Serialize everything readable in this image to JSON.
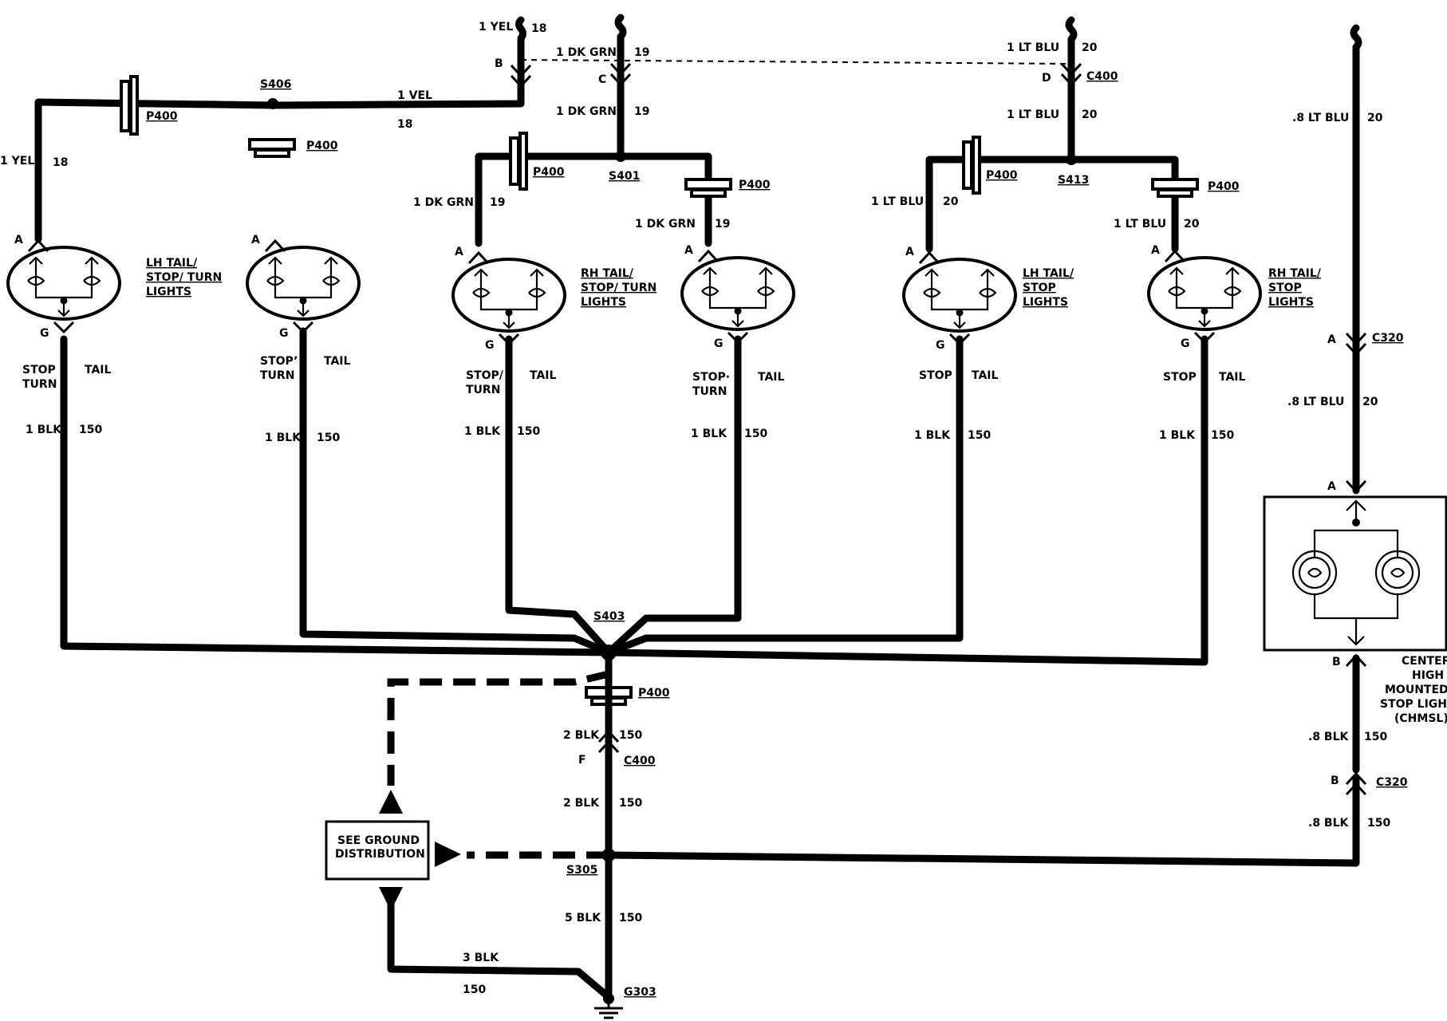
{
  "wires": {
    "top_yel_color": "1 YEL",
    "top_yel_circuit": "18",
    "top_yel_cavity": "B",
    "top_grn_color": "1 DK GRN",
    "top_grn_circuit": "19",
    "top_grn_cavity": "C",
    "grn_mid_color": "1 DK GRN",
    "grn_mid_circuit": "19",
    "top_blu_color": "1 LT BLU",
    "top_blu_circuit": "20",
    "top_blu_cavity": "D",
    "top_blu_connector": "C400",
    "blu_mid_color": "1 LT BLU",
    "blu_mid_circuit": "20",
    "yel_horiz_color": "1 VEL",
    "yel_horiz_circuit": "18",
    "yel_left_color": "1 YEL",
    "yel_left_circuit": "18",
    "yel_drop_color": "1 YEL",
    "yel_drop_circuit": "18",
    "grn_left_color": "1 DK GRN",
    "grn_left_circuit": "19",
    "grn_right_color": "1 DK GRN",
    "grn_right_circuit": "19",
    "blu_left_color": "1 LT BLU",
    "blu_left_circuit": "20",
    "blu_right_color": "1 LT BLU",
    "blu_right_circuit": "20",
    "chmsl_top_color": ".8 LT BLU",
    "chmsl_top_circuit": "20",
    "chmsl_mid_color": ".8 LT BLU",
    "chmsl_mid_circuit": "20",
    "chmsl_bot_color": ".8 BLK",
    "chmsl_bot_circuit": "150",
    "chmsl_gnd_color": ".8 BLK",
    "chmsl_gnd_circuit": "150",
    "gnd_upper_color": "2 BLK",
    "gnd_upper_circuit": "150",
    "gnd_mid_color": "2 BLK",
    "gnd_mid_circuit": "150",
    "gnd_low_color": "5 BLK",
    "gnd_low_circuit": "150",
    "gnd_left_color": "3 BLK",
    "gnd_left_circuit": "150"
  },
  "splices": {
    "s406": "S406",
    "s401": "S401",
    "s413": "S413",
    "s403": "S403",
    "s305": "S305",
    "g303": "G303"
  },
  "connectors": {
    "p400": "P400",
    "c400_ground": "C400",
    "c400_ground_cavity": "F",
    "c320_top": "C320",
    "c320_top_cavity": "A",
    "c320_bot": "C320",
    "c320_bot_cavity": "B",
    "chmsl_pin_a": "A",
    "chmsl_pin_b": "B"
  },
  "lamps": [
    {
      "title_lines": [
        "LH TAIL/",
        "STOP/ TURN",
        "LIGHTS"
      ],
      "pin_a": "A",
      "pin_g": "G",
      "label_left_lines": [
        "STOP",
        "TURN"
      ],
      "label_right": "TAIL",
      "wire_color": "1 BLK",
      "wire_circuit": "150"
    },
    {
      "title_lines": [],
      "pin_a": "A",
      "pin_g": "G",
      "label_left_lines": [
        "STOP’",
        "TURN"
      ],
      "label_right": "TAIL",
      "wire_color": "1 BLK",
      "wire_circuit": "150"
    },
    {
      "title_lines": [
        "RH TAIL/",
        "STOP/ TURN",
        "LIGHTS"
      ],
      "pin_a": "A",
      "pin_g": "G",
      "label_left_lines": [
        "STOP/",
        "TURN"
      ],
      "label_right": "TAIL",
      "wire_color": "1 BLK",
      "wire_circuit": "150"
    },
    {
      "title_lines": [],
      "pin_a": "A",
      "pin_g": "G",
      "label_left_lines": [
        "STOP·",
        "TURN"
      ],
      "label_right": "TAIL",
      "wire_color": "1 BLK",
      "wire_circuit": "150"
    },
    {
      "title_lines": [
        "LH TAIL/",
        "STOP",
        "LIGHTS"
      ],
      "pin_a": "A",
      "pin_g": "G",
      "label_left_lines": [
        "STOP"
      ],
      "label_right": "TAIL",
      "wire_color": "1 BLK",
      "wire_circuit": "150"
    },
    {
      "title_lines": [
        "RH TAIL/",
        "STOP",
        "LIGHTS"
      ],
      "pin_a": "A",
      "pin_g": "G",
      "label_left_lines": [
        "STOP"
      ],
      "label_right": "TAIL",
      "wire_color": "1 BLK",
      "wire_circuit": "150"
    }
  ],
  "chmsl": {
    "title_lines": [
      "CENTER",
      "HIGH",
      "MOUNTED",
      "STOP LIGHT",
      "(CHMSL)"
    ]
  },
  "ground_box": {
    "lines": [
      "SEE GROUND",
      "DISTRIBUTION"
    ]
  }
}
